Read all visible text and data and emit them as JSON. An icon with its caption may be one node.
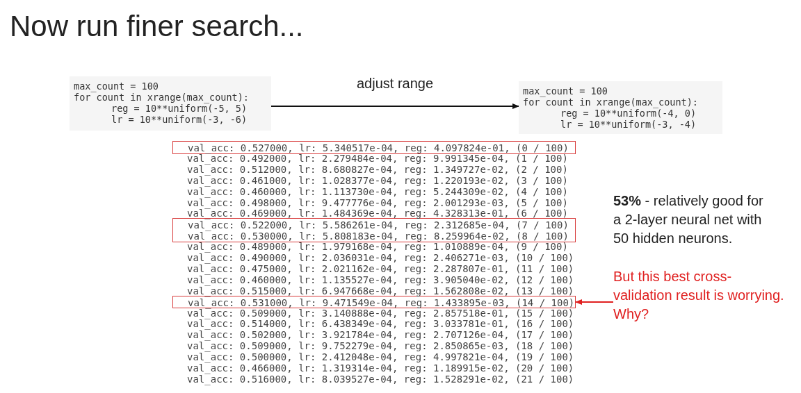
{
  "diagram": {
    "title": "Now run finer search...",
    "nodes": [
      {
        "text": [
          "max_count = 100",
          "for count in xrange(max_count):",
          "reg = 10**uniform(-5, 5)",
          "lr = 10**uniform(-3, -6)"
        ]
      },
      {
        "text": [
          "max_count = 100",
          "for count in xrange(max_count):",
          "reg = 10**uniform(-4, 0)",
          "lr = 10**uniform(-3, -4)"
        ]
      },
      {
        "text": [
          "val_acc: 0.527000, lr: 5.340517e-04, reg: 4.097824e-01, (0 / 100)"
        ]
      },
      {
        "text": [
          "val_acc: 0.522000, lr: 5.586261e-04, reg: 2.312685e-04, (7 / 100)",
          "val_acc: 0.530000, lr: 5.808183e-04, reg: 8.259964e-02, (8 / 100)"
        ]
      },
      {
        "text": [
          "val_acc: 0.531000, lr: 9.471549e-04, reg: 1.433895e-03, (14 / 100)"
        ]
      },
      {
        "text": [
          "But this best cross-validation result is worrying. Why?"
        ]
      }
    ],
    "edges": [
      {
        "from": 0,
        "to": 1,
        "arrow": "to",
        "label": "adjust range"
      },
      {
        "from": 5,
        "to": 4,
        "arrow": "to",
        "color": "#e02020"
      }
    ],
    "labels": [
      "val_acc: 0.492000, lr: 2.279484e-04, reg: 9.991345e-04, (1 / 100)",
      "val_acc: 0.512000, lr: 8.680827e-04, reg: 1.349727e-02, (2 / 100)",
      "val_acc: 0.461000, lr: 1.028377e-04, reg: 1.220193e-02, (3 / 100)",
      "val_acc: 0.460000, lr: 1.113730e-04, reg: 5.244309e-02, (4 / 100)",
      "val_acc: 0.498000, lr: 9.477776e-04, reg: 2.001293e-03, (5 / 100)",
      "val_acc: 0.469000, lr: 1.484369e-04, reg: 4.328313e-01, (6 / 100)",
      "val_acc: 0.489000, lr: 1.979168e-04, reg: 1.010889e-04, (9 / 100)",
      "val_acc: 0.490000, lr: 2.036031e-04, reg: 2.406271e-03, (10 / 100)",
      "val_acc: 0.475000, lr: 2.021162e-04, reg: 2.287807e-01, (11 / 100)",
      "val_acc: 0.460000, lr: 1.135527e-04, reg: 3.905040e-02, (12 / 100)",
      "val_acc: 0.515000, lr: 6.947668e-04, reg: 1.562808e-02, (13 / 100)",
      "val_acc: 0.509000, lr: 3.140888e-04, reg: 2.857518e-01, (15 / 100)",
      "val_acc: 0.514000, lr: 6.438349e-04, reg: 3.033781e-01, (16 / 100)",
      "val_acc: 0.502000, lr: 3.921784e-04, reg: 2.707126e-04, (17 / 100)",
      "val_acc: 0.509000, lr: 9.752279e-04, reg: 2.850865e-03, (18 / 100)",
      "val_acc: 0.500000, lr: 2.412048e-04, reg: 4.997821e-04, (19 / 100)",
      "val_acc: 0.466000, lr: 1.319314e-04, reg: 1.189915e-02, (20 / 100)",
      "val_acc: 0.516000, lr: 8.039527e-04, reg: 1.528291e-02, (21 / 100)",
      "**53%** - relatively good for a 2-layer neural net with 50 hidden neurons."
    ]
  }
}
